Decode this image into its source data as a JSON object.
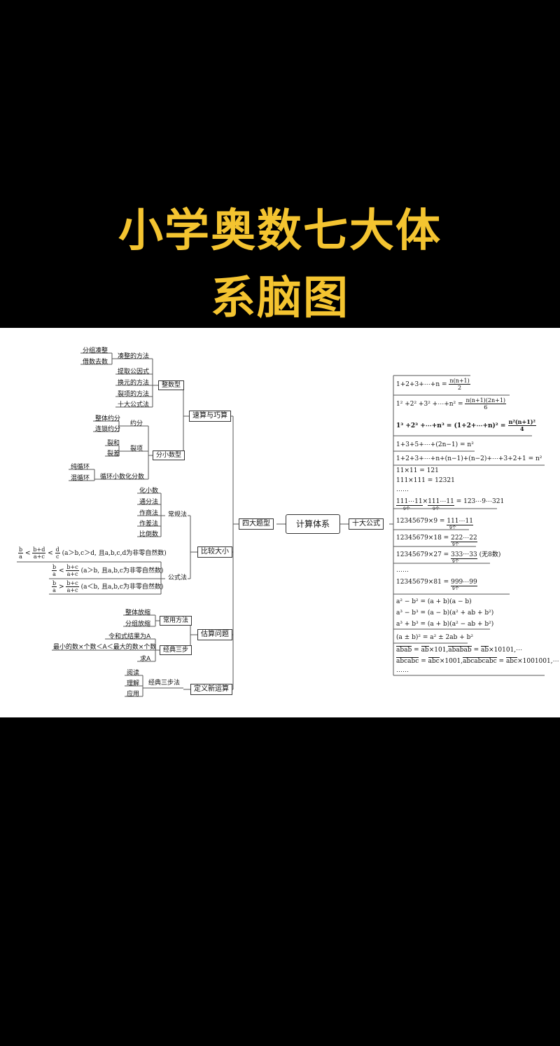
{
  "title": {
    "line1": "小学奥数七大体",
    "line2": "系脑图"
  },
  "center": "计算体系",
  "left": {
    "main": "四大题型",
    "categories": {
      "c1": "速算与巧算",
      "c2": "比较大小",
      "c3": "估算问题",
      "c4": "定义新运算"
    },
    "sub": {
      "s1": "整数型",
      "s2": "分小数型",
      "s3": "常规法",
      "s4": "公式法",
      "s5": "常用方法",
      "s6": "经典三步",
      "s7": "经典三步法"
    },
    "items": {
      "i1": "凑整的方法",
      "i2": "分组凑整",
      "i3": "借数去数",
      "i4": "提取公因式",
      "i5": "换元的方法",
      "i6": "裂项的方法",
      "i7": "十大公式法",
      "i8": "约分",
      "i9": "整体约分",
      "i10": "连锁约分",
      "i11": "裂项",
      "i12": "裂和",
      "i13": "裂差",
      "i14": "循环小数化分数",
      "i15": "纯循环",
      "i16": "混循环",
      "i17": "化小数",
      "i18": "通分法",
      "i19": "作商法",
      "i20": "作差法",
      "i21": "比倒数",
      "i22": "整体放缩",
      "i23": "分组放缩",
      "i24": "令和式结果为A",
      "i25": "最小的数×个数＜A＜最大的数×个数",
      "i26": "求A",
      "i27": "阅读",
      "i28": "理解",
      "i29": "应用"
    },
    "ineq": {
      "a": "a",
      "b": "b",
      "c": "c",
      "d": "d",
      "bpd": "b+d",
      "apc": "a+c",
      "bpc": "b+c",
      "lt": "<",
      "gt": ">",
      "cond1": "(a＞b,c＞d, 且a,b,c,d为非零自然数)",
      "cond2": "(a＞b, 且a,b,c为非零自然数)",
      "cond3": "(a＜b, 且a,b,c为非零自然数)"
    }
  },
  "right": {
    "main": "十大公式",
    "f1": {
      "lhs": "1+2+3+⋯+n =",
      "num": "n(n+1)",
      "den": "2"
    },
    "f2": {
      "lhs": "1² +2² +3² +⋯+n² =",
      "num": "n(n+1)(2n+1)",
      "den": "6"
    },
    "f3": {
      "lhs": "1³ +2³ +⋯+n³ = (1+2+⋯+n)² =",
      "num": "n²(n+1)²",
      "den": "4"
    },
    "f4": "1+3+5+⋯+(2n−1) = n²",
    "f5": "1+2+3+⋯+n+(n−1)+(n−2)+⋯+3+2+1 = n²",
    "f6": "11×11 = 121",
    "f7": "111×111 = 12321",
    "f8": "⋯⋯",
    "f9": {
      "a": "111⋯11",
      "b": "111⋯11",
      "eq": "= 123⋯9⋯321",
      "sub": "9个"
    },
    "f10": {
      "lhs": "12345679×9 =",
      "rhs": "111⋯11",
      "sub": "9个"
    },
    "f11": {
      "lhs": "12345679×18 =",
      "rhs": "222⋯22",
      "sub": "9个"
    },
    "f12": {
      "lhs": "12345679×27 =",
      "rhs": "333⋯33",
      "note": "(无8数)",
      "sub": "9个"
    },
    "f13": "⋯⋯",
    "f14": {
      "lhs": "12345679×81 =",
      "rhs": "999⋯99",
      "sub": "9个"
    },
    "f15": "a² − b² = (a + b)(a − b)",
    "f16": "a³ − b³ = (a − b)(a² + ab + b²)",
    "f17": "a³ + b³ = (a + b)(a² − ab + b²)",
    "f18": "(a ± b)² = a² ± 2ab + b²",
    "f19": {
      "a": "abab",
      "b": "ab",
      "c": "×101,",
      "d": "ababab",
      "e": "ab",
      "f": "×10101,⋯"
    },
    "f20": {
      "a": "abcabc",
      "b": "abc",
      "c": "×1001,",
      "d": "abcabcabc",
      "e": "abc",
      "f": "×1001001,⋯"
    },
    "f21": "⋯⋯",
    "eq": "=",
    "times": "×"
  }
}
